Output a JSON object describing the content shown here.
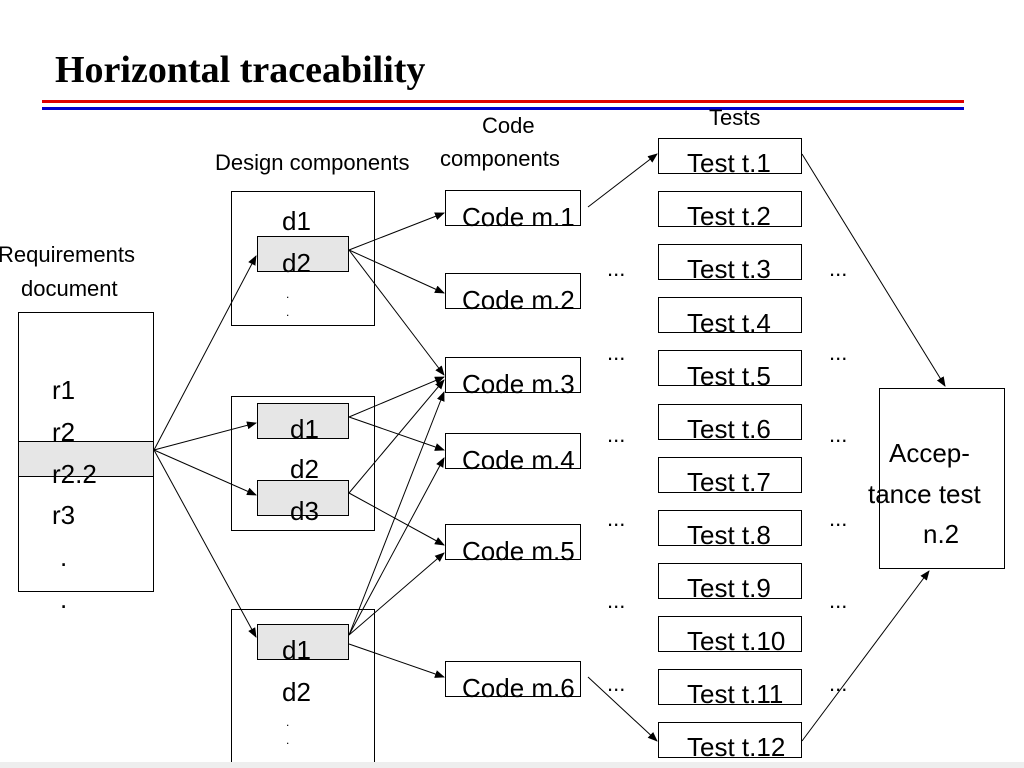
{
  "title": "Horizontal traceability",
  "labels": {
    "requirements": [
      "Requirements",
      "document"
    ],
    "design": "Design components",
    "code": [
      "Code",
      "components"
    ],
    "tests": "Tests"
  },
  "requirements_doc": {
    "items": [
      "r1",
      "r2",
      "r2.2",
      "r3",
      ".",
      "."
    ]
  },
  "design_groups": [
    {
      "items": [
        "d1",
        "d2",
        ".",
        "."
      ]
    },
    {
      "items": [
        "d1",
        "d2",
        "d3"
      ]
    },
    {
      "items": [
        "d1",
        "d2",
        ".",
        "."
      ]
    }
  ],
  "code_components": [
    "Code m.1",
    "Code m.2",
    "Code m.3",
    "Code m.4",
    "Code m.5",
    "Code m.6"
  ],
  "tests": [
    "Test t.1",
    "Test t.2",
    "Test t.3",
    "Test t.4",
    "Test t.5",
    "Test t.6",
    "Test t.7",
    "Test t.8",
    "Test t.9",
    "Test t.10",
    "Test t.11",
    "Test t.12"
  ],
  "ellipsis": "...",
  "acceptance": [
    "Accep-",
    "tance test",
    "n.2"
  ],
  "colors": {
    "red_rule": "#dd0000",
    "blue_rule": "#0000cc",
    "highlight": "#e6e6e6"
  }
}
